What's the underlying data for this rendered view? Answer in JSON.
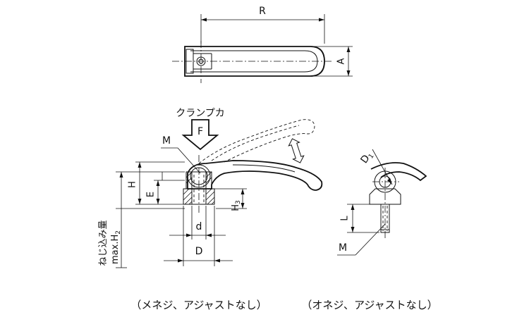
{
  "labels": {
    "R": "R",
    "A": "A",
    "clamp_force": "クランプカ",
    "F": "F",
    "M_top": "M",
    "H": "H",
    "E": "E",
    "H3_main": "H",
    "H3_sub": "3",
    "d": "d",
    "D": "D",
    "thread_depth_line1": "ねじ込み量",
    "thread_depth_line2_main": "max.H",
    "thread_depth_line2_sub": "2",
    "D1_main": "D",
    "D1_sub": "1",
    "L": "L",
    "M_right": "M"
  },
  "captions": {
    "left": "（メネジ、アジャストなし）",
    "right": "（オネジ、アジャストなし）"
  }
}
